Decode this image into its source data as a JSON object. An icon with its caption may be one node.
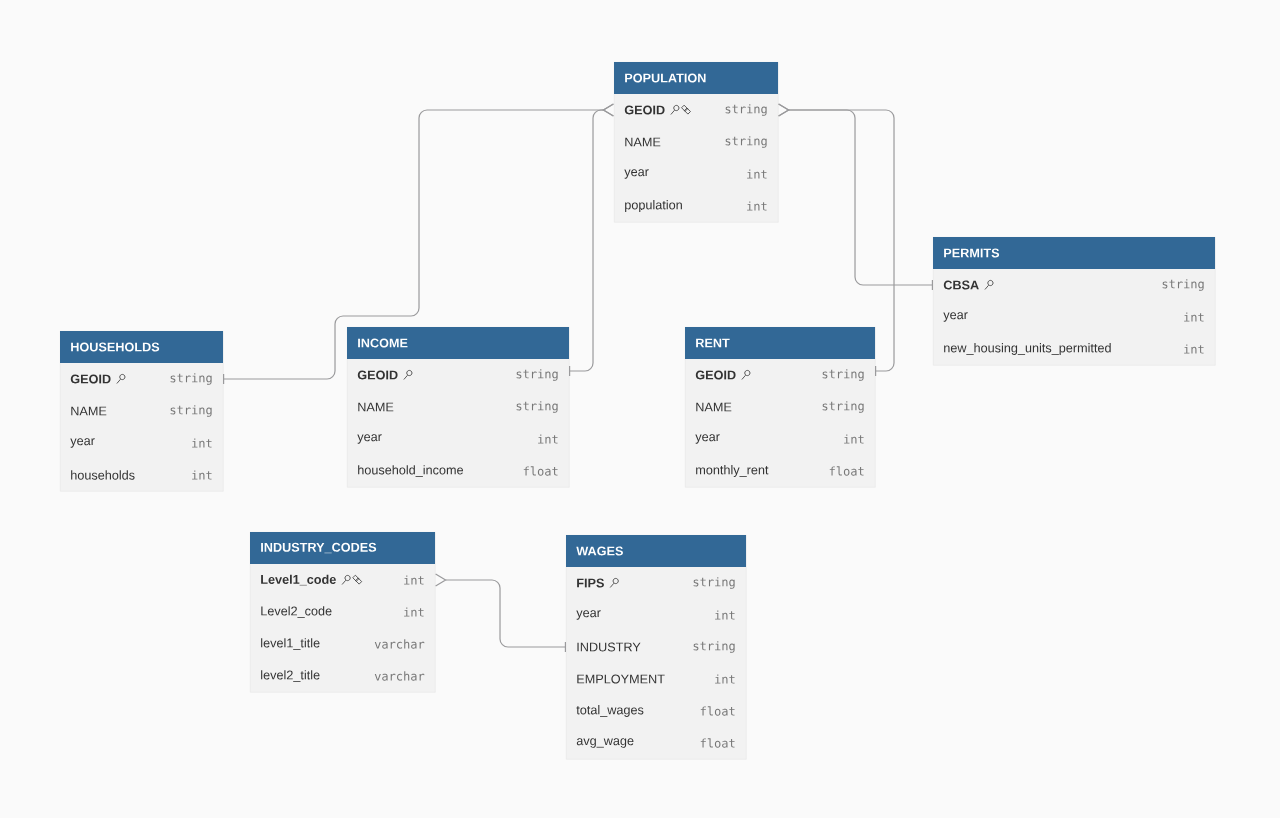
{
  "diagram": {
    "nodes": [
      {
        "text": [
          "POPULATION",
          "GEOID",
          "string",
          "NAME",
          "string",
          "year",
          "int",
          "population",
          "int"
        ]
      },
      {
        "text": [
          "PERMITS",
          "CBSA",
          "string",
          "year",
          "int",
          "new_housing_units_permitted",
          "int"
        ]
      },
      {
        "text": [
          "HOUSEHOLDS",
          "GEOID",
          "string",
          "NAME",
          "string",
          "year",
          "int",
          "households",
          "int"
        ]
      },
      {
        "text": [
          "INCOME",
          "GEOID",
          "string",
          "NAME",
          "string",
          "year",
          "int",
          "household_income",
          "float"
        ]
      },
      {
        "text": [
          "RENT",
          "GEOID",
          "string",
          "NAME",
          "string",
          "year",
          "int",
          "monthly_rent",
          "float"
        ]
      },
      {
        "text": [
          "INDUSTRY_CODES",
          "Level1_code",
          "int",
          "Level2_code",
          "int",
          "level1_title",
          "varchar",
          "level2_title",
          "varchar"
        ]
      },
      {
        "text": [
          "WAGES",
          "FIPS",
          "string",
          "year",
          "int",
          "INDUSTRY",
          "string",
          "EMPLOYMENT",
          "int",
          "total_wages",
          "float",
          "avg_wage",
          "float"
        ]
      }
    ],
    "edges": [
      {
        "from": 0,
        "to": 2,
        "arrow": "other"
      },
      {
        "from": 0,
        "to": 3,
        "arrow": "other"
      },
      {
        "from": 0,
        "to": 1,
        "arrow": "other"
      },
      {
        "from": 0,
        "to": 4,
        "arrow": "other"
      },
      {
        "from": 5,
        "to": 6,
        "arrow": "other"
      }
    ]
  }
}
